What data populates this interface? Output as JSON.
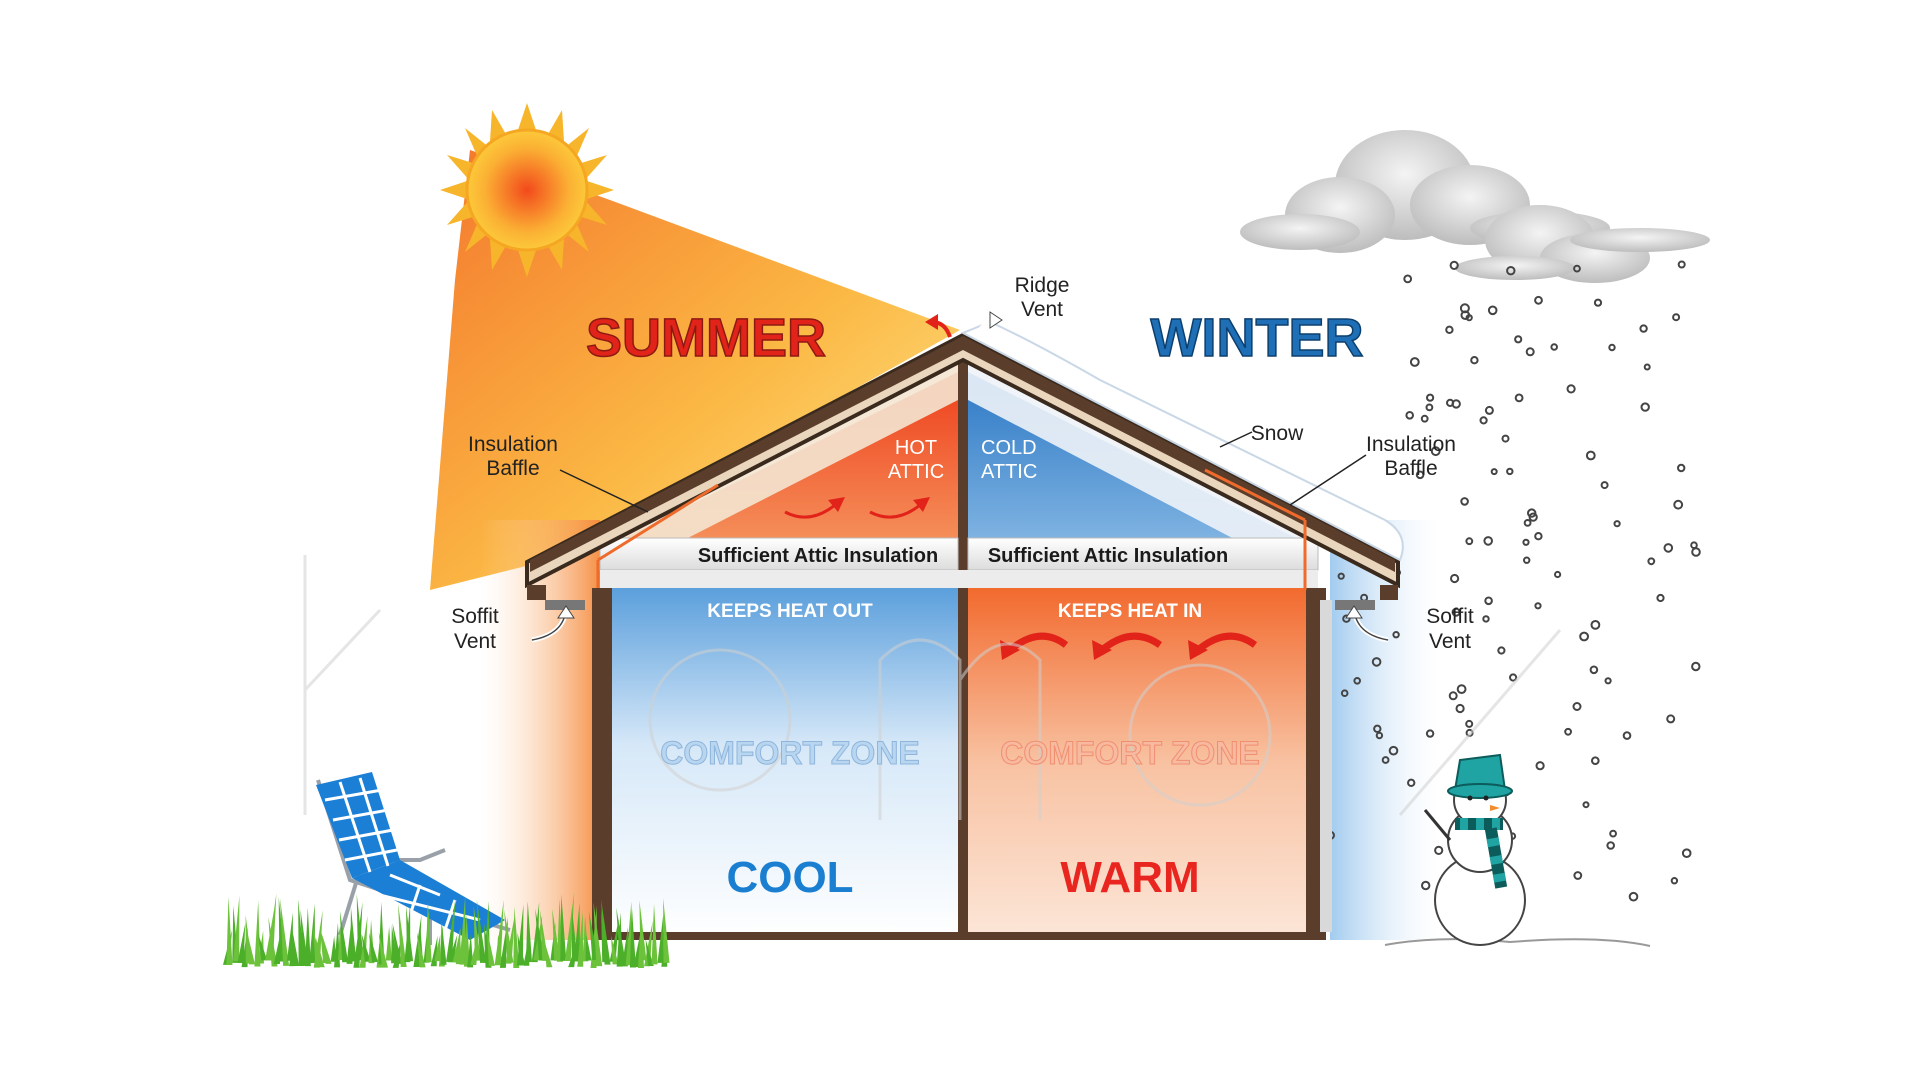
{
  "seasons": {
    "summer": "SUMMER",
    "winter": "WINTER"
  },
  "labels": {
    "ridge_vent_1": "Ridge",
    "ridge_vent_2": "Vent",
    "insulation_baffle_1": "Insulation",
    "insulation_baffle_2": "Baffle",
    "snow": "Snow",
    "soffit_1": "Soffit",
    "soffit_2": "Vent"
  },
  "attic": {
    "hot_1": "HOT",
    "hot_2": "ATTIC",
    "cold_1": "COLD",
    "cold_2": "ATTIC",
    "insulation_left": "Sufficient Attic Insulation",
    "insulation_right": "Sufficient Attic Insulation"
  },
  "rooms": {
    "keeps_heat_out": "KEEPS HEAT OUT",
    "keeps_heat_in": "KEEPS HEAT IN",
    "comfort_zone_left": "COMFORT ZONE",
    "comfort_zone_right": "COMFORT ZONE",
    "cool": "COOL",
    "warm": "WARM"
  },
  "colors": {
    "summer_red": "#e2231a",
    "winter_blue": "#1e6fb5",
    "cool_blue": "#1a7fd0",
    "warm_red": "#e8261f",
    "attic_hot": "#ee4a1e",
    "attic_cold": "#2f7fc8"
  }
}
